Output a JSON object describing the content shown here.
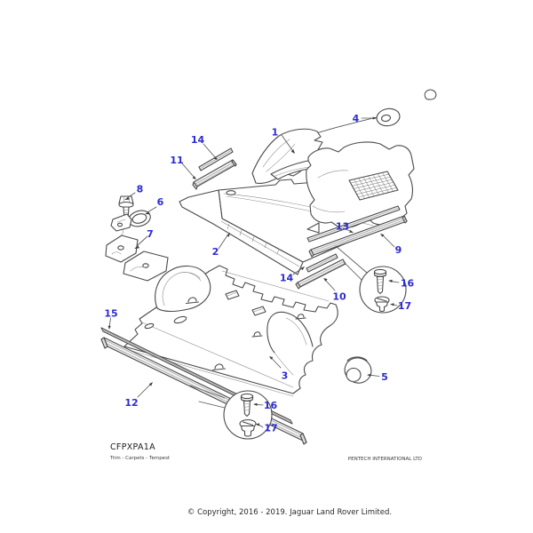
{
  "document": {
    "drawing_code": "CFPXPA1A",
    "drawing_title": "Trim - Carpets - Tempest",
    "publisher": "PENTECH INTERNATIONAL LTD",
    "copyright": "© Copyright, 2016 - 2019. Jaguar Land Rover Limited."
  },
  "style": {
    "callout_color": "#2b2bd2",
    "line_color": "#4a4a4a",
    "background": "#ffffff"
  },
  "callouts": [
    {
      "label": "1"
    },
    {
      "label": "4"
    },
    {
      "label": "14"
    },
    {
      "label": "11"
    },
    {
      "label": "8"
    },
    {
      "label": "6"
    },
    {
      "label": "7"
    },
    {
      "label": "2"
    },
    {
      "label": "13"
    },
    {
      "label": "9"
    },
    {
      "label": "14"
    },
    {
      "label": "10"
    },
    {
      "label": "16"
    },
    {
      "label": "17"
    },
    {
      "label": "15"
    },
    {
      "label": "12"
    },
    {
      "label": "3"
    },
    {
      "label": "5"
    },
    {
      "label": "16"
    },
    {
      "label": "17"
    }
  ]
}
